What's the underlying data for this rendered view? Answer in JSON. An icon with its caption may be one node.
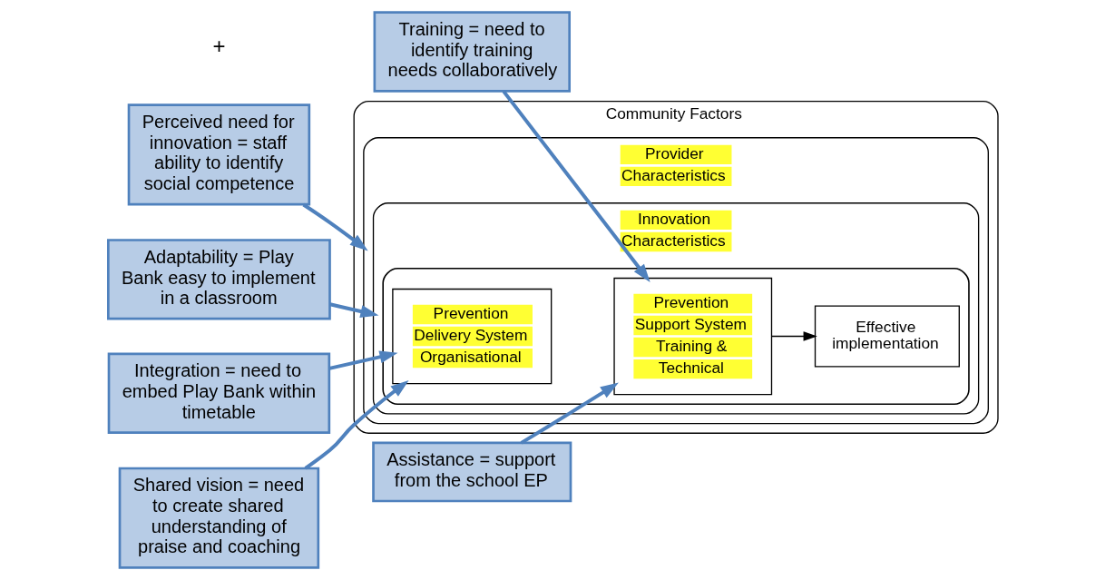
{
  "diagram": {
    "nodes": [
      {
        "text": [
          "Community Factors"
        ]
      },
      {
        "text": [
          "Provider Characteristics"
        ],
        "in": 0
      },
      {
        "text": [
          "Innovation Characteristics"
        ],
        "in": 1
      },
      {
        "text": [],
        "shape": "ellipse",
        "in": 2
      },
      {
        "text": [
          "Prevention Delivery System Organisational"
        ],
        "in": 3
      },
      {
        "text": [
          "Prevention Support System Training & Technical"
        ],
        "in": 3
      },
      {
        "text": [
          "Effective implementation"
        ],
        "in": 3
      },
      {
        "text": [
          "Perceived need for innovation = staff ability to identify social competence"
        ]
      },
      {
        "text": [
          "Adaptability = Play Bank easy to implement in a classroom"
        ]
      },
      {
        "text": [
          "Integration = need to embed Play Bank within timetable"
        ]
      },
      {
        "text": [
          "Shared vision = need to create shared understanding of praise and coaching"
        ]
      },
      {
        "text": [
          "Training = need to identify training needs collaboratively"
        ]
      },
      {
        "text": [
          "Assistance = support from the school EP"
        ]
      }
    ],
    "edges": [
      {
        "from": 5,
        "to": 6,
        "arrow": "to",
        "color": "#000000"
      },
      {
        "from": 7,
        "to": 1,
        "arrow": "to"
      },
      {
        "from": 8,
        "to": 2,
        "arrow": "to"
      },
      {
        "from": 9,
        "to": 4,
        "arrow": "to"
      },
      {
        "from": 10,
        "to": 4,
        "arrow": "to"
      },
      {
        "from": 11,
        "to": 5,
        "arrow": "to"
      },
      {
        "from": 12,
        "to": 5,
        "arrow": "to"
      }
    ],
    "labels": [
      "+"
    ]
  }
}
